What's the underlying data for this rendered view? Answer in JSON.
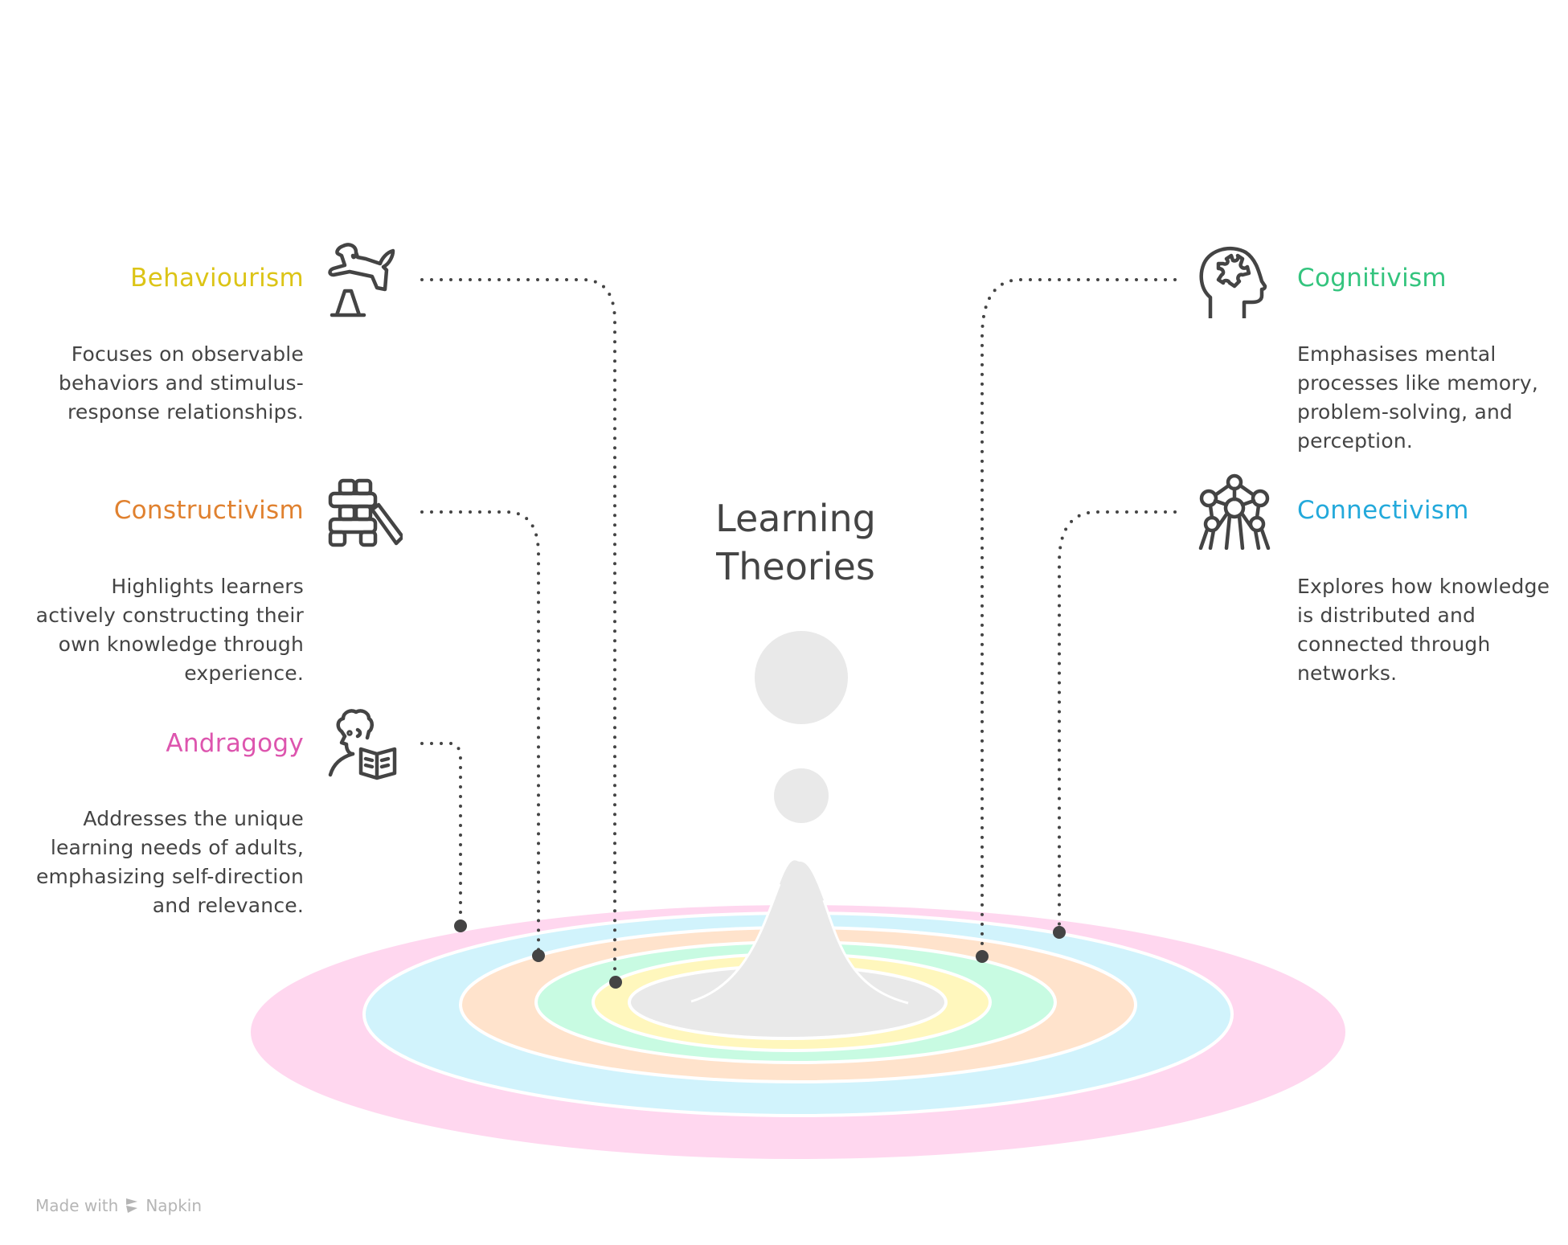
{
  "center": {
    "title_line1": "Learning",
    "title_line2": "Theories"
  },
  "theories": [
    {
      "id": "behaviourism",
      "name": "Behaviourism",
      "color": "#DCC416",
      "icon": "dog-jumping-icon",
      "side": "left",
      "description": "Focuses on observable behaviors and stimulus-response relationships.",
      "ring_color": "#FFF7BD"
    },
    {
      "id": "constructivism",
      "name": "Constructivism",
      "color": "#E0812F",
      "icon": "stacked-blocks-icon",
      "side": "left",
      "description": "Highlights learners actively constructing their own knowledge through experience.",
      "ring_color": "#FFE3CC"
    },
    {
      "id": "andragogy",
      "name": "Andragogy",
      "color": "#DD55AE",
      "icon": "adult-reading-icon",
      "side": "left",
      "description": "Addresses the unique learning needs of adults, emphasizing self-direction and relevance.",
      "ring_color": "#FFD7EF"
    },
    {
      "id": "cognitivism",
      "name": "Cognitivism",
      "color": "#34C47E",
      "icon": "head-puzzle-icon",
      "side": "right",
      "description": "Emphasises mental processes like memory, problem-solving, and perception.",
      "ring_color": "#C8FBE2"
    },
    {
      "id": "connectivism",
      "name": "Connectivism",
      "color": "#23A9DB",
      "icon": "network-structure-icon",
      "side": "right",
      "description": "Explores how knowledge is distributed and connected through networks.",
      "ring_color": "#D1F3FC"
    }
  ],
  "watermark": {
    "prefix": "Made with",
    "brand": "Napkin",
    "icon": "napkin-logo-icon"
  }
}
